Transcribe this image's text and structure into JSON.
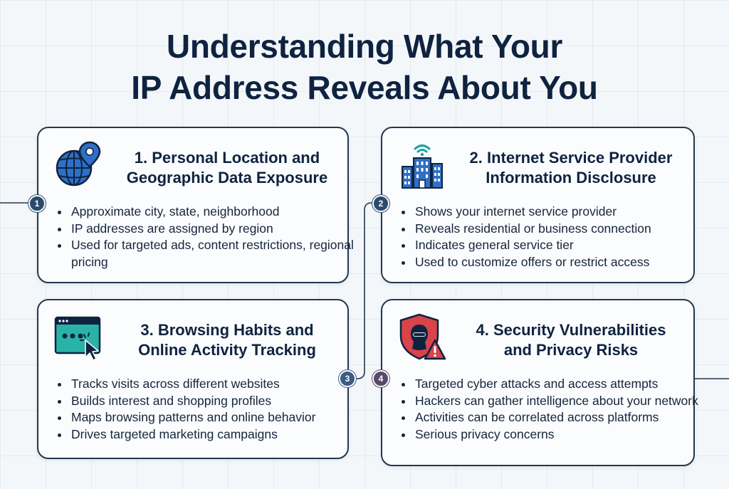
{
  "title": {
    "line1": "Understanding What Your",
    "line2": "IP Address Reveals About You"
  },
  "cards": [
    {
      "number": "1",
      "icon": "globe-location-icon",
      "title_line1": "1. Personal Location and",
      "title_line2": "Geographic Data Exposure",
      "bullets": [
        "Approximate city, state, neighborhood",
        "IP addresses are assigned by region",
        "Used for targeted ads, content restrictions, regional pricing"
      ]
    },
    {
      "number": "2",
      "icon": "building-wifi-icon",
      "title_line1": "2. Internet Service Provider",
      "title_line2": "Information Disclosure",
      "bullets": [
        "Shows your internet service provider",
        "Reveals residential or business connection",
        "Indicates general service tier",
        "Used to customize offers or restrict access"
      ]
    },
    {
      "number": "3",
      "icon": "browser-cursor-icon",
      "title_line1": "3. Browsing Habits and",
      "title_line2": "Online Activity Tracking",
      "bullets": [
        "Tracks visits across different websites",
        "Builds interest and shopping profiles",
        "Maps browsing patterns and online behavior",
        "Drives targeted marketing campaigns"
      ]
    },
    {
      "number": "4",
      "icon": "hacker-shield-warning-icon",
      "title_line1": "4. Security Vulnerabilities",
      "title_line2": "and Privacy Risks",
      "bullets": [
        "Targeted cyber attacks and access attempts",
        "Hackers can gather intelligence about your network",
        "Activities can be correlated across platforms",
        "Serious privacy concerns"
      ]
    }
  ],
  "colors": {
    "navy": "#0f2340",
    "card_border": "#22384f",
    "globe_blue": "#2f6fc6",
    "globe_teal": "#1aa3a3",
    "shield_red": "#d9434a",
    "browser_teal": "#29b3a8"
  }
}
